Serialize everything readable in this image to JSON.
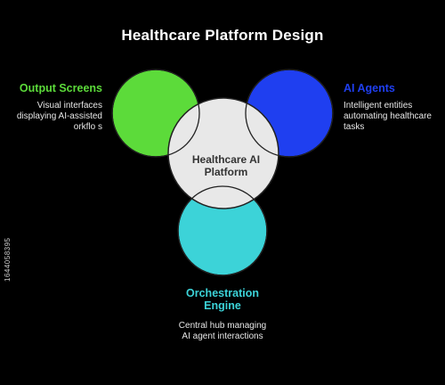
{
  "title": "Healthcare Platform Design",
  "nodes": {
    "left": {
      "heading": "Output Screens",
      "description": "Visual interfaces displaying AI-assisted orkflo s",
      "color": "#5cdb3a"
    },
    "right": {
      "heading": "AI Agents",
      "description": "Intelligent entities automating healthcare tasks",
      "color": "#1f3ff0"
    },
    "bottom": {
      "heading": "Orchestration Engine",
      "description": "Central hub managing AI agent interactions",
      "color": "#3cd3d8"
    },
    "center": {
      "heading": "Healthcare AI Platform",
      "color": "#e8e8e8"
    }
  },
  "watermark": "1644058395"
}
